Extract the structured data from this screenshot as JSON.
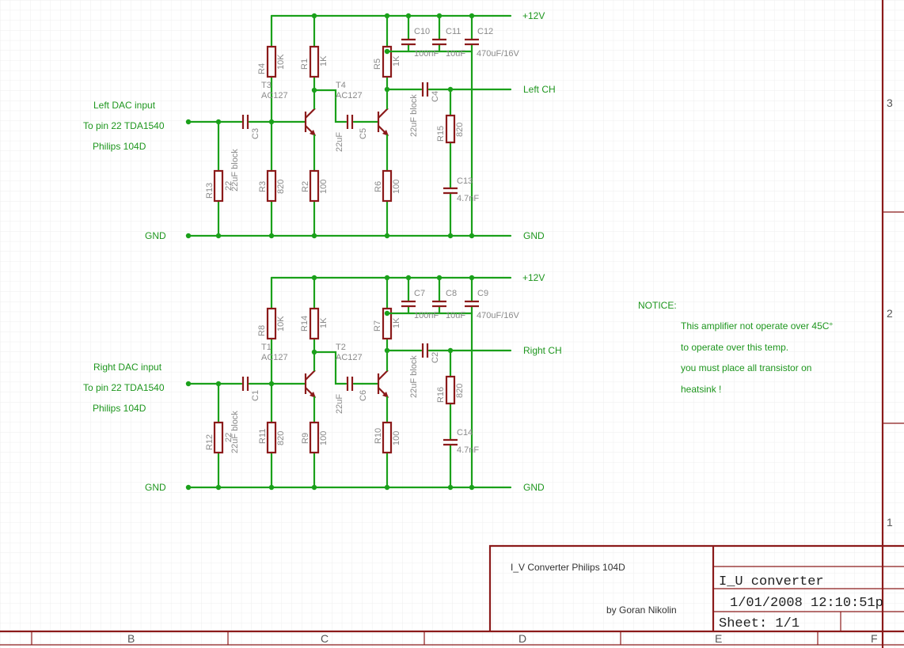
{
  "supply": {
    "upper": "+12V",
    "lower": "+12V"
  },
  "ground": {
    "label": "GND"
  },
  "left_channel": {
    "input_lines": [
      "Left DAC input",
      "To pin 22 TDA1540",
      "Philips 104D"
    ],
    "output": "Left CH",
    "parts": {
      "R4": [
        "R4",
        "10K"
      ],
      "R1": [
        "R1",
        "1K"
      ],
      "R5": [
        "R5",
        "1K"
      ],
      "R13": [
        "R13",
        "22"
      ],
      "R3": [
        "R3",
        "820"
      ],
      "R2": [
        "R2",
        "100"
      ],
      "R6": [
        "R6",
        "100"
      ],
      "R15": [
        "R15",
        "820"
      ],
      "C10": [
        "C10",
        "100nF"
      ],
      "C11": [
        "C11",
        "10uF"
      ],
      "C12": [
        "C12",
        "470uF/16V"
      ],
      "C3": [
        "C3",
        "22uF block"
      ],
      "C5": [
        "C5",
        "22uF"
      ],
      "C4": [
        "C4",
        "22uF block"
      ],
      "C13": [
        "C13",
        "4.7nF"
      ],
      "T3": [
        "T3",
        "AC127"
      ],
      "T4": [
        "T4",
        "AC127"
      ]
    }
  },
  "right_channel": {
    "input_lines": [
      "Right DAC input",
      "To pin 22 TDA1540",
      "Philips 104D"
    ],
    "output": "Right CH",
    "parts": {
      "R4": [
        "R8",
        "10K"
      ],
      "R1": [
        "R14",
        "1K"
      ],
      "R5": [
        "R7",
        "1K"
      ],
      "R13": [
        "R12",
        "22"
      ],
      "R3": [
        "R11",
        "820"
      ],
      "R2": [
        "R9",
        "100"
      ],
      "R6": [
        "R10",
        "100"
      ],
      "R15": [
        "R16",
        "820"
      ],
      "C10": [
        "C7",
        "100nF"
      ],
      "C11": [
        "C8",
        "10uF"
      ],
      "C12": [
        "C9",
        "470uF/16V"
      ],
      "C3": [
        "C1",
        "22uF block"
      ],
      "C5": [
        "C6",
        "22uF"
      ],
      "C4": [
        "C2",
        "22uF block"
      ],
      "C13": [
        "C14",
        "4.7nF"
      ],
      "T3": [
        "T1",
        "AC127"
      ],
      "T4": [
        "T2",
        "AC127"
      ]
    }
  },
  "notice": {
    "title": "NOTICE:",
    "lines": [
      "This amplifier not operate over 45C°",
      "to operate over this temp.",
      "you must place all transistor on",
      "heatsink !"
    ]
  },
  "title_block": {
    "project": "I_V Converter Philips 104D",
    "author": "by Goran Nikolin",
    "name": "I_U converter",
    "date": "1/01/2008 12:10:51p",
    "sheet": "Sheet: 1/1"
  },
  "zones": {
    "columns": [
      "B",
      "C",
      "D",
      "E",
      "F"
    ],
    "rows": [
      "3",
      "2",
      "1"
    ]
  },
  "colors": {
    "wire": "#1aa01a",
    "part": "#8b1a1a",
    "text_green": "#1e961e",
    "label_gray": "#8a8a8a",
    "grid": "#eeeeee"
  }
}
